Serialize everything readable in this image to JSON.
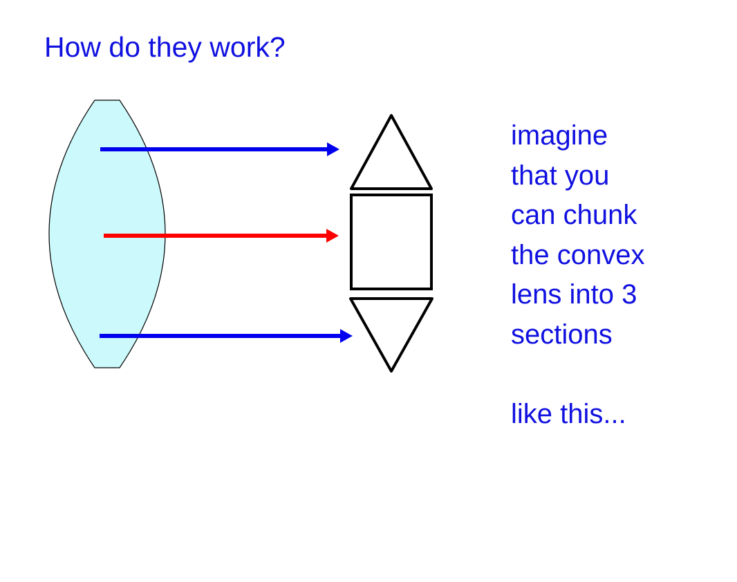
{
  "slide": {
    "title": "How do they work?",
    "caption_lines": [
      "imagine",
      "that you",
      "can chunk",
      "the convex",
      "lens into 3",
      "sections"
    ],
    "caption_footer": "like this..."
  },
  "colors": {
    "text": "#1010e0",
    "lens_fill": "#ccf9fb",
    "top_ray": "#0000ee",
    "middle_ray": "#ff0000",
    "bottom_ray": "#0000ee",
    "outline": "#000000"
  },
  "diagram": {
    "lens": "convex-lens",
    "sections": [
      "top-prism-triangle",
      "middle-rectangle-block",
      "bottom-prism-triangle"
    ],
    "rays": [
      "top-ray",
      "middle-ray",
      "bottom-ray"
    ]
  }
}
